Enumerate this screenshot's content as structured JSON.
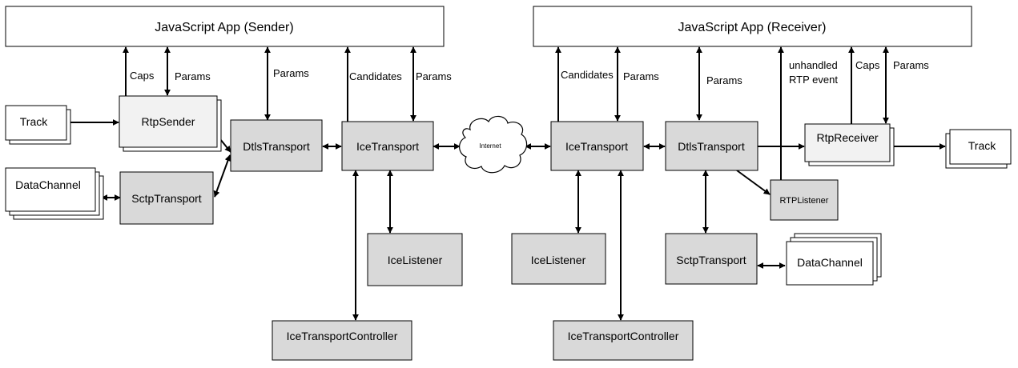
{
  "sender": {
    "app": "JavaScript App (Sender)",
    "track": "Track",
    "rtp_sender": "RtpSender",
    "data_channel": "DataChannel",
    "sctp_transport": "SctpTransport",
    "dtls_transport": "DtlsTransport",
    "ice_transport": "IceTransport",
    "ice_listener": "IceListener",
    "ice_controller": "IceTransportController",
    "caps": "Caps",
    "params_rtp": "Params",
    "params_dtls": "Params",
    "candidates": "Candidates",
    "params_ice": "Params"
  },
  "internet": "Internet",
  "receiver": {
    "app": "JavaScript App (Receiver)",
    "ice_transport": "IceTransport",
    "dtls_transport": "DtlsTransport",
    "rtp_receiver": "RtpReceiver",
    "track": "Track",
    "rtp_listener": "RTPListener",
    "ice_listener": "IceListener",
    "sctp_transport": "SctpTransport",
    "data_channel": "DataChannel",
    "ice_controller": "IceTransportController",
    "candidates": "Candidates",
    "params_ice": "Params",
    "params_dtls": "Params",
    "unhandled_line1": "unhandled",
    "unhandled_line2": "RTP event",
    "caps": "Caps",
    "params_rtp": "Params"
  },
  "colors": {
    "component_fill": "#d9d9d9",
    "rtp_fill": "#f2f2f2",
    "plain_fill": "#ffffff",
    "line": "#000000"
  }
}
